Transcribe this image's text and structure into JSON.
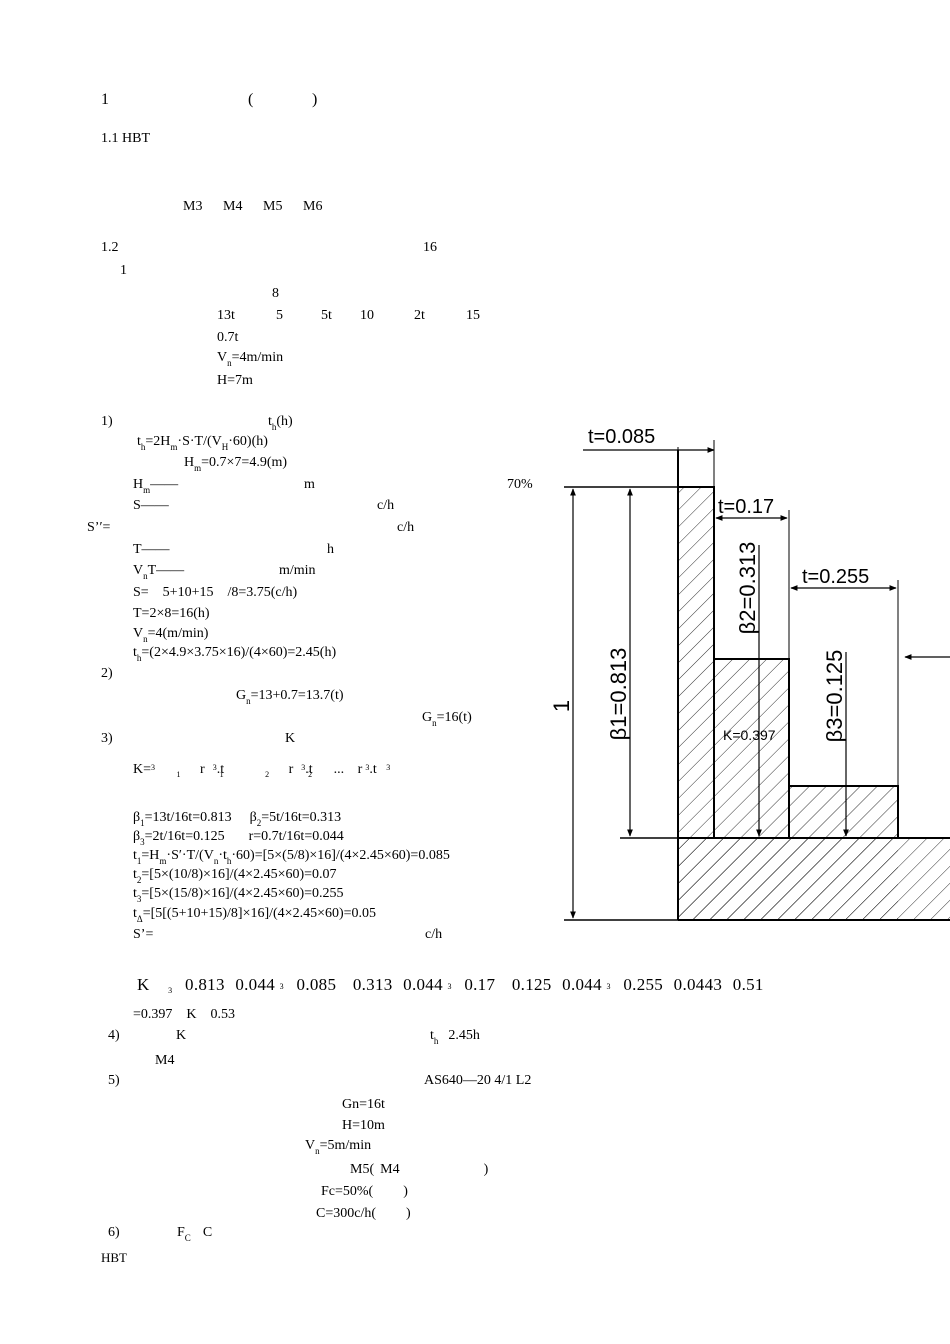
{
  "header": {
    "num": "1",
    "paren_open": "(",
    "paren_close": ")"
  },
  "s11": {
    "label": "1.1 HBT",
    "classes": [
      "M3",
      "M4",
      "M5",
      "M6"
    ]
  },
  "s12": {
    "label": "1.2",
    "n16": "16",
    "n1": "1",
    "n8": "8",
    "loads": [
      "13t",
      "5",
      "5t",
      "10",
      "2t",
      "15"
    ],
    "hook": "0.7t",
    "speed": [
      "V",
      "n",
      "=4m/min"
    ],
    "height": "H=7m"
  },
  "step1": {
    "label": "1)",
    "th_head": [
      "t",
      "h",
      "(h)"
    ],
    "formula": [
      "t",
      "h",
      "=2H",
      "m",
      "·S·T/(V",
      "H",
      "·60)(h)"
    ],
    "hm": [
      "H",
      "m",
      "=0.7×7=4.9(m)"
    ],
    "hm_desc": [
      "H",
      "m",
      "——",
      "m",
      "70%"
    ],
    "s_desc": [
      "S——",
      "c/h"
    ],
    "s2": [
      "S’′=",
      "c/h"
    ],
    "t_desc": [
      "T——",
      "h"
    ],
    "vn_desc": [
      "V",
      "n",
      "T——",
      "m/min"
    ],
    "s_val": "S=　5+10+15　/8=3.75(c/h)",
    "t_val": "T=2×8=16(h)",
    "vn_val": [
      "V",
      "n",
      "=4(m/min)"
    ],
    "th_val": [
      "t",
      "h",
      "=(2×4.9×3.75×16)/(4×60)=2.45(h)"
    ]
  },
  "step2": {
    "label": "2)",
    "gn1": [
      "G",
      "n",
      "=13+0.7=13.7(t)"
    ],
    "gn2": [
      "G",
      "n",
      "=16(t)"
    ]
  },
  "step3": {
    "label": "3)",
    "k": "K",
    "kf": [
      "K=",
      "3",
      "1",
      "r",
      "3",
      ".t",
      "1",
      "2",
      "r",
      "3",
      ".t",
      "2",
      "...",
      "r",
      "3",
      ".t",
      "3"
    ],
    "beta1": [
      "β",
      "1",
      "=13t/16t=0.813",
      "β",
      "2",
      "=5t/16t=0.313"
    ],
    "beta3": [
      "β",
      "3",
      "=2t/16t=0.125",
      "r=0.7t/16t=0.044"
    ],
    "t1": [
      "t",
      "1",
      "=H",
      "m",
      "·S′·T/(V",
      "n",
      "·t",
      "h",
      "·60)=[5×(5/8)×16]/(4×2.45×60)=0.085"
    ],
    "t2": [
      "t",
      "2",
      "=[5×(10/8)×16]/(4×2.45×60)=0.07"
    ],
    "t3": [
      "t",
      "3",
      "=[5×(15/8)×16]/(4×2.45×60)=0.255"
    ],
    "t4": [
      "t",
      "Δ",
      "=[5[(5+10+15)/8]×16]/(4×2.45×60)=0.05"
    ],
    "s3": [
      "S’=",
      "c/h"
    ],
    "kcalc": [
      "K",
      "3",
      "0.813",
      "0.044",
      "3",
      "0.085",
      "0.313",
      "0.044",
      "3",
      "0.17",
      "0.125",
      "0.044",
      "3",
      "0.255",
      "0.0443",
      "0.51"
    ],
    "kres": "=0.397　K　0.53"
  },
  "step4": {
    "label": "4)",
    "k": "K",
    "th": [
      "t",
      "h",
      "2.45h"
    ],
    "m4": "M4"
  },
  "step5": {
    "label": "5)",
    "model": "AS640—20 4/1 L2",
    "gn": "Gn=16t",
    "h": "H=10m",
    "vn": [
      "V",
      "n",
      "=5m/min"
    ],
    "m5": [
      "M5(",
      "M4",
      ")"
    ],
    "fc": [
      "Fc=50%(",
      ")"
    ],
    "c": [
      "C=300c/h(",
      ")"
    ]
  },
  "step6": {
    "label": "6)",
    "fc": [
      "F",
      "C",
      "C"
    ],
    "hbt": "HBT"
  },
  "diagram": {
    "t_labels": [
      "t=0.085",
      "t=0.17",
      "t=0.255"
    ],
    "beta_labels": [
      "β1=0.813",
      "β2=0.313",
      "β3=0.125"
    ],
    "axis_one": "1",
    "k_label": "K=0.397"
  }
}
